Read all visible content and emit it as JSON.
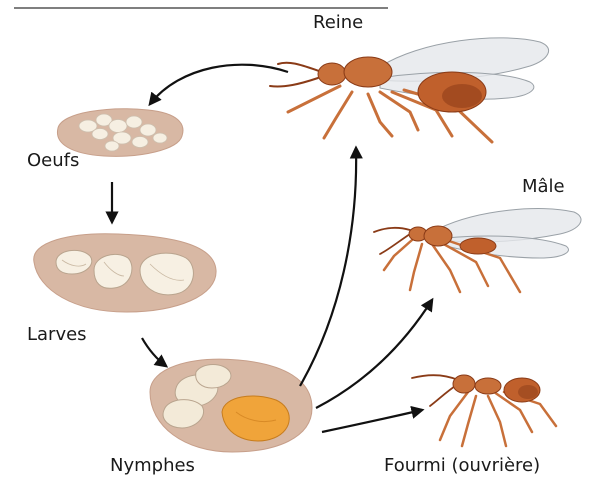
{
  "diagram": {
    "labels": {
      "queen": "Reine",
      "male": "Mâle",
      "eggs": "Oeufs",
      "larvae": "Larves",
      "pupae": "Nymphes",
      "worker": "Fourmi (ouvrière)"
    },
    "colors": {
      "substrate": "#d8b8a4",
      "substrate_edge": "#c79f8a",
      "egg": "#f6efe2",
      "larva": "#f7f0e3",
      "pupa_pale": "#f3ead8",
      "pupa_orange": "#f0a43a",
      "ant_body": "#c8703a",
      "ant_dark": "#8a3b17",
      "wing": "#e6e9ec",
      "arrow": "#111111",
      "top_rule": "#555555"
    }
  }
}
